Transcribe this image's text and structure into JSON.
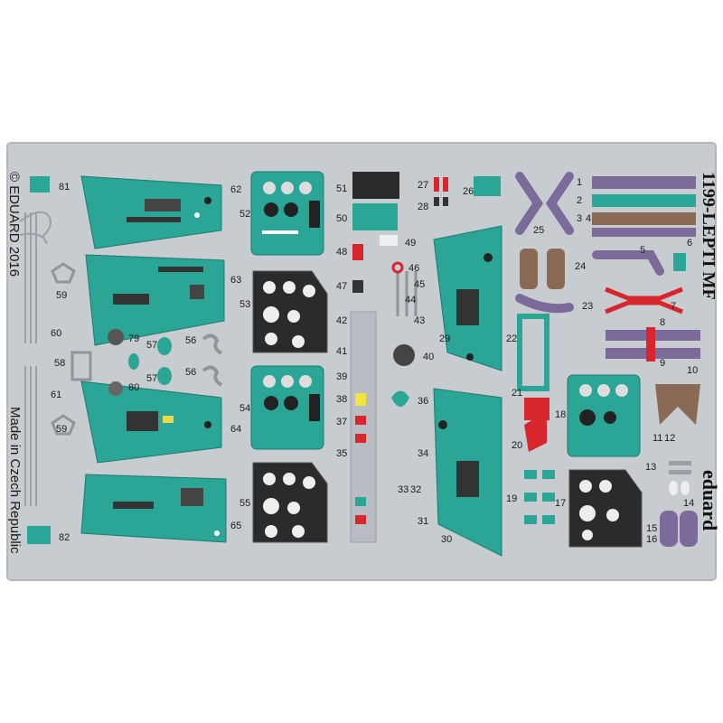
{
  "fret": {
    "copyright": "© EDUARD 2016",
    "made_in": "Made in Czech Republic",
    "set_code": "1199-LEPTI  MF",
    "brand": "eduard"
  },
  "colors": {
    "steel": "#c7ccd1",
    "panel_teal": "#2aa596",
    "panel_dark": "#2b2b2b",
    "belt_purple": "#7c6a9a",
    "belt_brown": "#8b6a55",
    "red": "#d8262e"
  },
  "part_numbers": [
    "1",
    "2",
    "3",
    "4",
    "5",
    "6",
    "7",
    "8",
    "9",
    "10",
    "11",
    "12",
    "13",
    "14",
    "15",
    "16",
    "17",
    "18",
    "19",
    "20",
    "21",
    "22",
    "23",
    "24",
    "25",
    "26",
    "27",
    "28",
    "29",
    "30",
    "31",
    "32",
    "33",
    "34",
    "35",
    "36",
    "37",
    "38",
    "39",
    "40",
    "41",
    "42",
    "43",
    "44",
    "45",
    "46",
    "47",
    "48",
    "49",
    "50",
    "51",
    "52",
    "53",
    "54",
    "55",
    "56",
    "57",
    "58",
    "59",
    "60",
    "61",
    "62",
    "63",
    "64",
    "65",
    "79",
    "80",
    "81",
    "82"
  ]
}
